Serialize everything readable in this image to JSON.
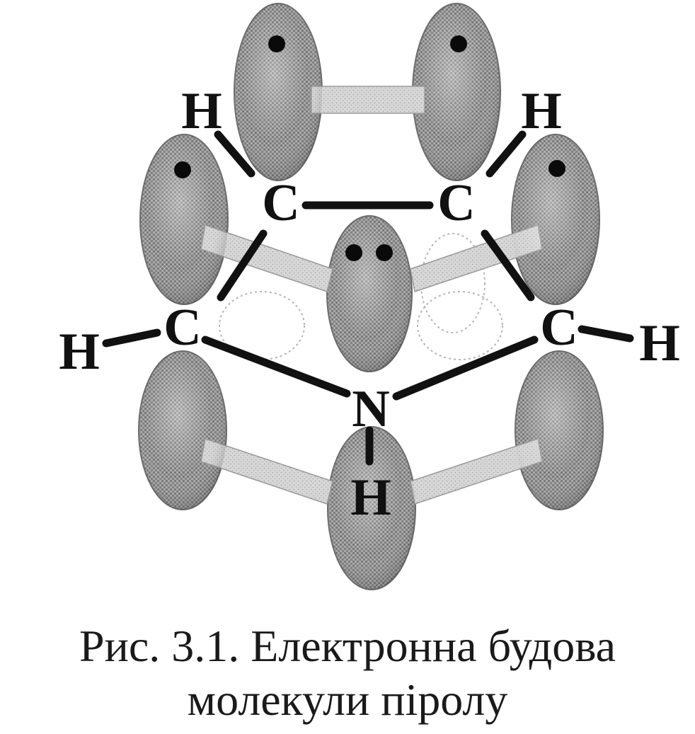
{
  "diagram": {
    "atoms": {
      "c_top_left": "C",
      "c_top_right": "C",
      "c_left": "C",
      "c_right": "C",
      "n": "N",
      "h_top_left": "H",
      "h_top_right": "H",
      "h_left": "H",
      "h_right": "H",
      "h_n": "H"
    }
  },
  "caption": {
    "line1": "Рис. 3.1. Електронна будова",
    "line2": "молекули піролу"
  },
  "colors": {
    "ink": "#111111",
    "orbital_fill": "#8a8a8a",
    "overlap_fill": "#e6e6e6"
  }
}
